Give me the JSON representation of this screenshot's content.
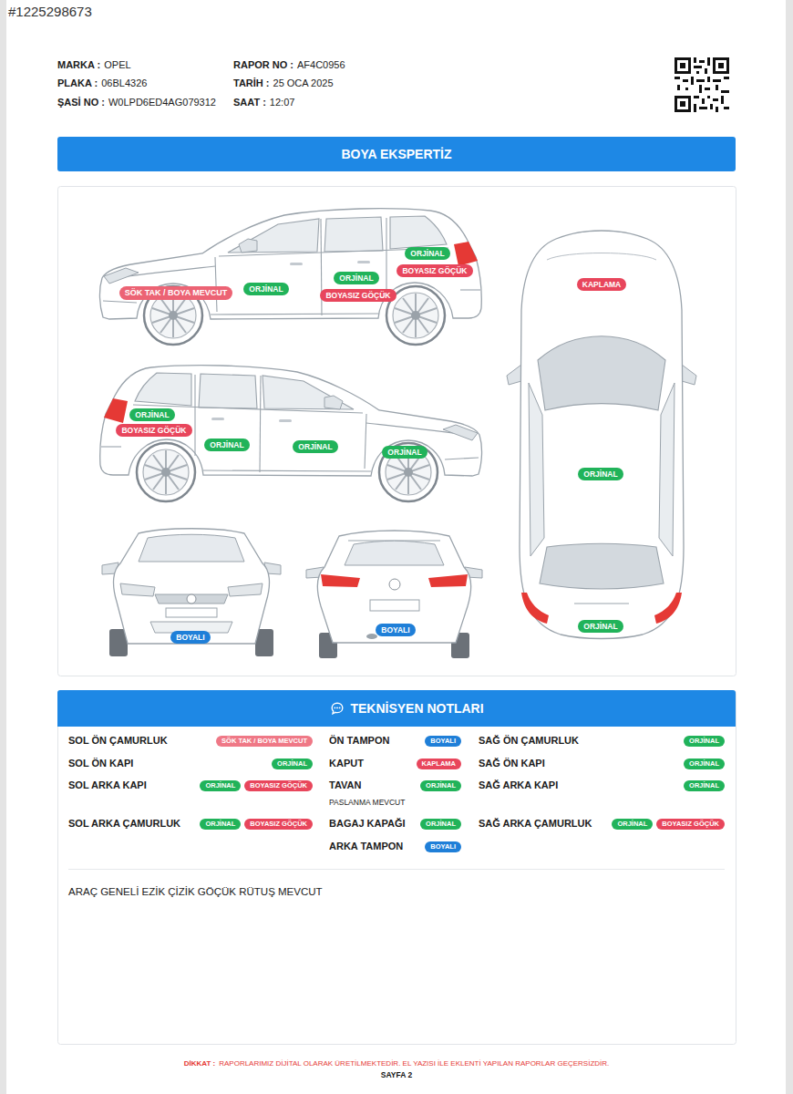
{
  "diagram": {
    "title": "BOYA EKSPERTİZ",
    "nodes": [
      {
        "text": [
          "SÖK TAK / BOYA MEVCUT"
        ]
      },
      {
        "text": [
          "ORJİNAL"
        ]
      },
      {
        "text": [
          "ORJİNAL"
        ]
      },
      {
        "text": [
          "BOYASIZ GÖÇÜK"
        ]
      },
      {
        "text": [
          "ORJİNAL"
        ]
      },
      {
        "text": [
          "BOYASIZ GÖÇÜK"
        ]
      },
      {
        "text": [
          "KAPLAMA"
        ]
      },
      {
        "text": [
          "ORJİNAL"
        ]
      },
      {
        "text": [
          "ORJİNAL"
        ]
      },
      {
        "text": [
          "ORJİNAL"
        ]
      },
      {
        "text": [
          "BOYASIZ GÖÇÜK"
        ]
      },
      {
        "text": [
          "ORJİNAL"
        ]
      },
      {
        "text": [
          "ORJİNAL"
        ]
      },
      {
        "text": [
          "ORJİNAL"
        ]
      },
      {
        "text": [
          "BOYALI"
        ]
      },
      {
        "text": [
          "BOYALI"
        ]
      },
      {
        "text": [
          "TEKNİSYEN NOTLARI"
        ]
      },
      {
        "text": [
          "SÖK TAK / BOYA MEVCUT"
        ]
      },
      {
        "text": [
          "BOYALI"
        ]
      },
      {
        "text": [
          "ORJİNAL"
        ]
      },
      {
        "text": [
          "ORJİNAL"
        ]
      },
      {
        "text": [
          "KAPLAMA"
        ]
      },
      {
        "text": [
          "ORJİNAL"
        ]
      },
      {
        "text": [
          "ORJİNAL"
        ]
      },
      {
        "text": [
          "BOYASIZ GÖÇÜK"
        ]
      },
      {
        "text": [
          "ORJİNAL"
        ]
      },
      {
        "text": [
          "ORJİNAL"
        ]
      },
      {
        "text": [
          "ORJİNAL"
        ]
      },
      {
        "text": [
          "BOYASIZ GÖÇÜK"
        ]
      },
      {
        "text": [
          "ORJİNAL"
        ]
      },
      {
        "text": [
          "ORJİNAL"
        ]
      },
      {
        "text": [
          "BOYASIZ GÖÇÜK"
        ]
      },
      {
        "text": [
          "BOYALI"
        ]
      }
    ],
    "labels": [
      "#1225298673",
      "MARKA :",
      "OPEL",
      "RAPOR NO :",
      "AF4C0956",
      "PLAKA :",
      "06BL4326",
      "TARİH :",
      "25 OCA 2025",
      "ŞASİ NO :",
      "W0LPD6ED4AG079312",
      "SAAT :",
      "12:07",
      "SOL ÖN ÇAMURLUK",
      "ÖN TAMPON",
      "SAĞ ÖN ÇAMURLUK",
      "SOL ÖN KAPI",
      "KAPUT",
      "SAĞ ÖN KAPI",
      "SOL ARKA KAPI",
      "TAVAN",
      "SAĞ ARKA KAPI",
      "PASLANMA MEVCUT",
      "SOL ARKA ÇAMURLUK",
      "BAGAJ KAPAĞI",
      "SAĞ ARKA ÇAMURLUK",
      "ARKA TAMPON",
      "ARAÇ GENELİ EZİK ÇİZİK GÖÇÜK RÜTUŞ MEVCUT",
      "DİKKAT :",
      "RAPORLARIMIZ DİJİTAL OLARAK ÜRETİLMEKTEDİR. EL YAZISI İLE EKLENTİ YAPILAN RAPORLAR GEÇERSİZDİR.",
      "SAYFA 2"
    ]
  }
}
